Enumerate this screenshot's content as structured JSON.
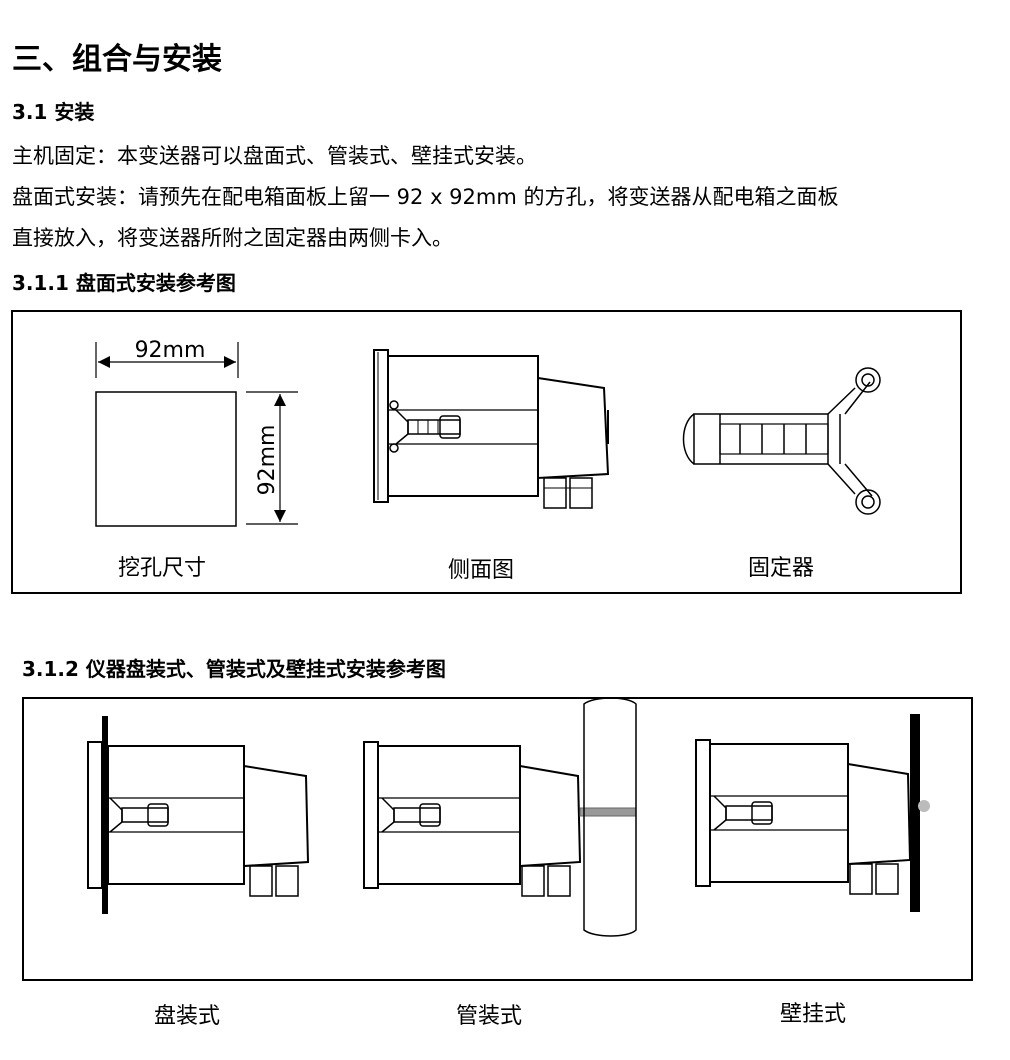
{
  "section_title": "三、组合与安装",
  "sub_install": "3.1 安装",
  "para_host": "主机固定：本变送器可以盘面式、管装式、壁挂式安装。",
  "para_panel_1": "盘面式安装：请预先在配电箱面板上留一 92 x 92mm 的方孔，将变送器从配电箱之面板",
  "para_panel_2": "直接放入，将变送器所附之固定器由两侧卡入。",
  "sub_panel_ref": "3.1.1  盘面式安装参考图",
  "fig1": {
    "dim_w": "92mm",
    "dim_h": "92mm",
    "cap_cutout": "挖孔尺寸",
    "cap_side": "侧面图",
    "cap_fixture": "固定器"
  },
  "sub_mount_ref": "3.1.2  仪器盘装式、管装式及壁挂式安装参考图",
  "fig2": {
    "cap_panel": "盘装式",
    "cap_pipe": "管装式",
    "cap_wall": "壁挂式"
  }
}
